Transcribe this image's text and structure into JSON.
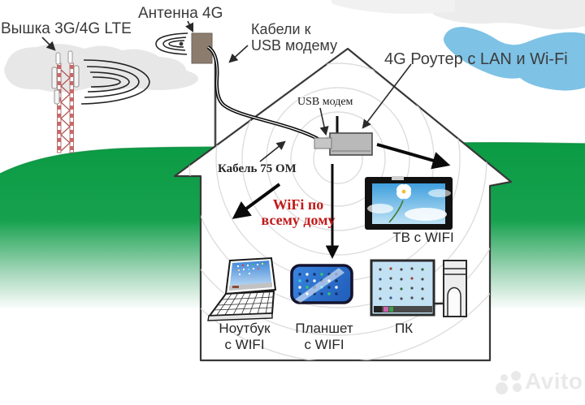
{
  "labels": {
    "tower": "Вышка 3G/4G LTE",
    "antenna": "Антенна 4G",
    "cables_1": "Кабели к",
    "cables_2": "USB модему",
    "router": "4G Роутер с LAN и Wi-Fi",
    "usb_modem": "USB модем",
    "cable_75": "Кабель 75 ОМ",
    "wifi_1": "WiFi по",
    "wifi_2": "всему дому",
    "tv": "ТВ с WIFI",
    "laptop_1": "Ноутбук",
    "laptop_2": "с WIFI",
    "tablet_1": "Планшет",
    "tablet_2": "с WIFI",
    "pc": "ПК"
  },
  "watermark": {
    "brand": "Avito"
  },
  "colors": {
    "hill_green": "#0f9d47",
    "cloud_blue": "#7ec2e6",
    "cloud_gray": "#e7e7e7",
    "wifi_text_red": "#c21a1a",
    "tv_sky_blue": "#4aa6e0",
    "tablet_blue": "#2f7bd8",
    "router_gray": "#b9b9b9",
    "antenna_brown": "#8b7c6e",
    "line_dark": "#2a2a2a"
  }
}
